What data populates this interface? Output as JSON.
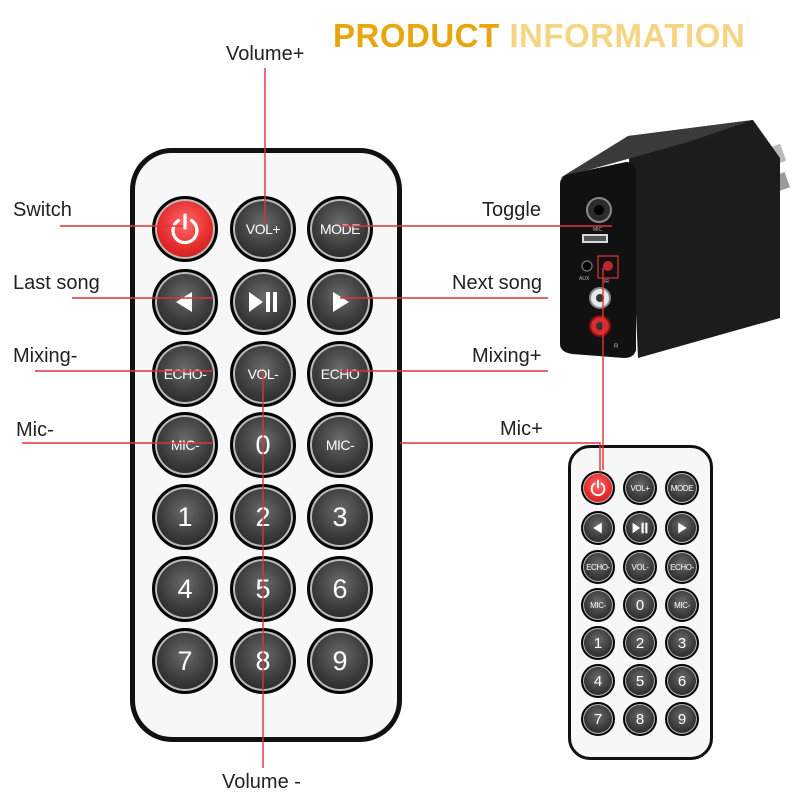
{
  "header": {
    "word1": "PRODUCT",
    "word2": "INFORMATION"
  },
  "callouts": {
    "volume_plus": "Volume+",
    "switch": "Switch",
    "toggle": "Toggle",
    "last_song": "Last song",
    "next_song": "Next song",
    "mixing_minus": "Mixing-",
    "mixing_plus": "Mixing+",
    "mic_minus": "Mic-",
    "mic_plus": "Mic+",
    "volume_minus": "Volume -"
  },
  "buttons": {
    "vol_plus": "VOL+",
    "mode": "MODE",
    "echo_minus": "ECHO-",
    "vol_minus": "VOL-",
    "echo": "ECHO",
    "mic_minus": "MIC-",
    "zero": "0",
    "one": "1",
    "two": "2",
    "three": "3",
    "four": "4",
    "five": "5",
    "six": "6",
    "seven": "7",
    "eight": "8",
    "nine": "9"
  },
  "small_buttons": {
    "vol_plus": "VOL+",
    "mode": "MODE",
    "echo_minus": "ECHO-",
    "vol_minus": "VOL-",
    "echo_minus_2": "ECHO-",
    "mic_minus": "MIC-",
    "zero": "0",
    "mic_minus_2": "MIC-",
    "one": "1",
    "two": "2",
    "three": "3",
    "four": "4",
    "five": "5",
    "six": "6",
    "seven": "7",
    "eight": "8",
    "nine": "9"
  },
  "device": {
    "mic_label": "MIC",
    "aux_label": "AUX",
    "ir_label": "IR",
    "r_label": "R"
  },
  "colors": {
    "accent_line": "#e0323a",
    "power_red": "#e52b2b",
    "button_dark": "#2a2a2a"
  }
}
